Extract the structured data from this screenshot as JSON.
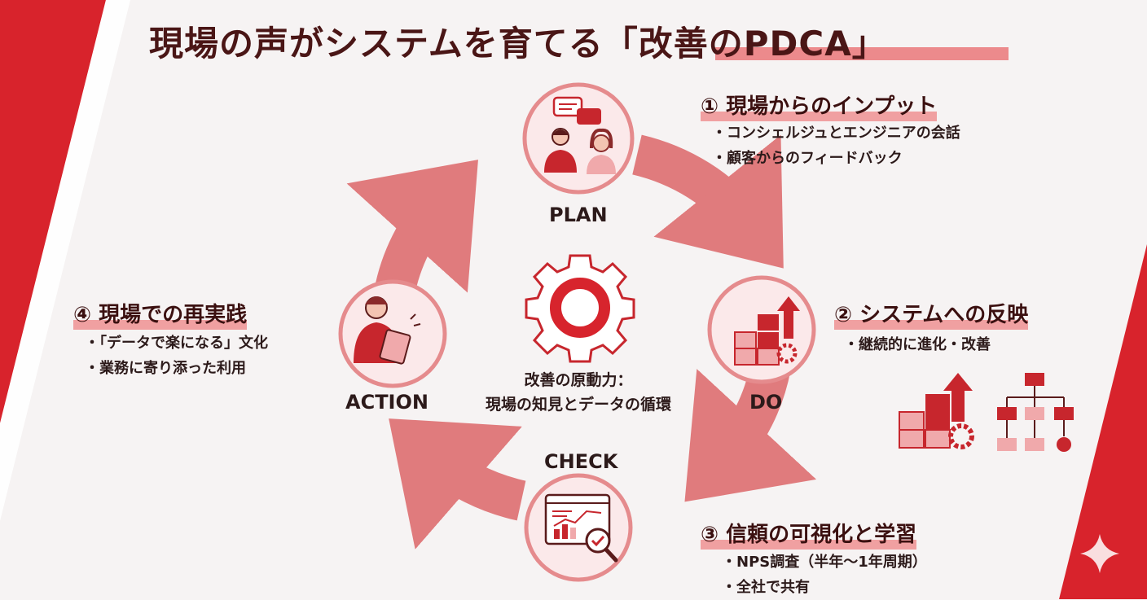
{
  "title": {
    "main": "現場の声がシステムを育てる",
    "highlight": "「改善のPDCA」"
  },
  "center": {
    "line1": "改善の原動力：",
    "line2": "現場の知見とデータの循環"
  },
  "stages": {
    "plan": "PLAN",
    "do": "DO",
    "check": "CHECK",
    "action": "ACTION"
  },
  "steps": [
    {
      "heading": "① 現場からのインプット",
      "bullets": [
        "コンシェルジュとエンジニアの会話",
        "顧客からのフィードバック"
      ]
    },
    {
      "heading": "② システムへの反映",
      "bullets": [
        "継続的に進化・改善"
      ]
    },
    {
      "heading": "③ 信頼の可視化と学習",
      "bullets": [
        "NPS調査（半年〜1年周期）",
        "全社で共有"
      ]
    },
    {
      "heading": "④ 現場での再実践",
      "bullets": [
        "「データで楽になる」文化",
        "業務に寄り添った利用"
      ]
    }
  ],
  "colors": {
    "accent": "#d7242d",
    "ring": "#e07b7d",
    "highlight": "#ef9092",
    "title": "#4a1616"
  },
  "icons": [
    "people-chat-icon",
    "growth-gear-icon",
    "analytics-search-icon",
    "person-tablet-icon",
    "gear-icon",
    "flowchart-icon",
    "sparkle-icon"
  ]
}
